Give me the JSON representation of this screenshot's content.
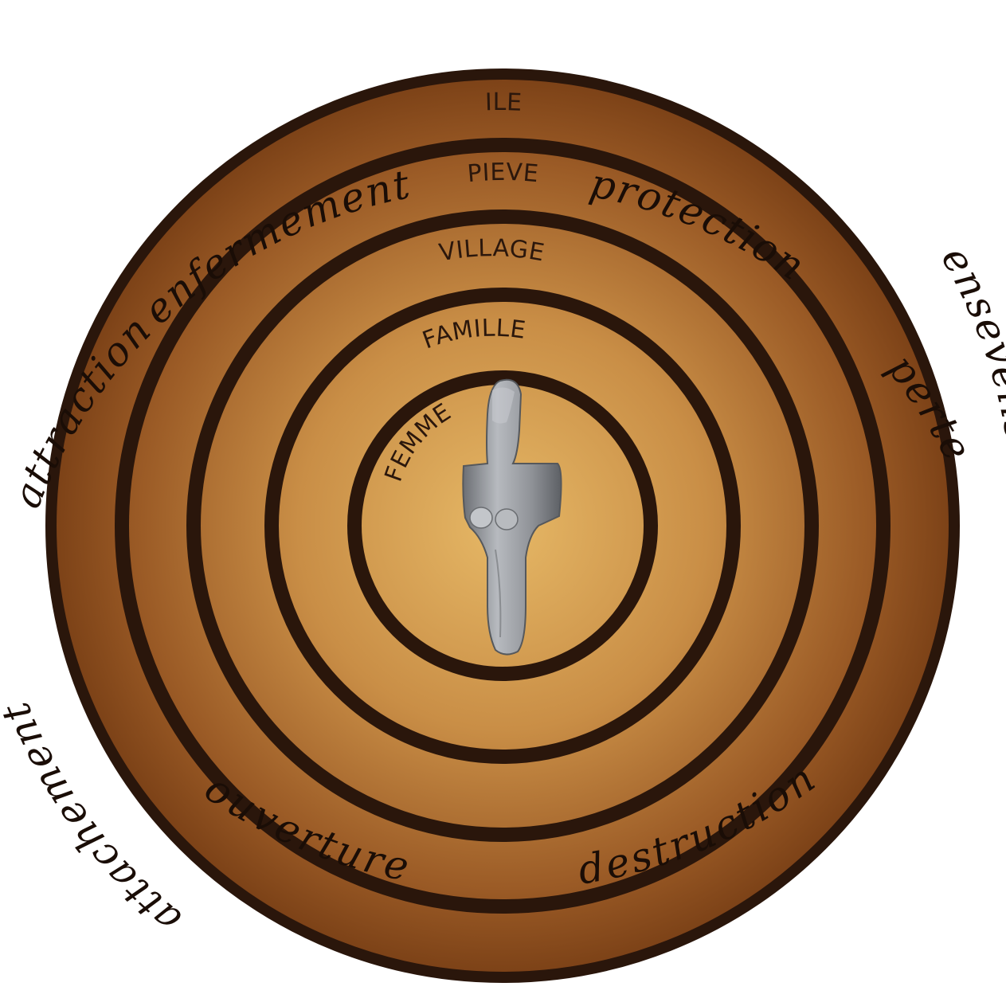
{
  "rings": [
    {
      "name": "ring-ile",
      "label": "ILE"
    },
    {
      "name": "ring-pieve",
      "label": "PIEVE"
    },
    {
      "name": "ring-village",
      "label": "VILLAGE"
    },
    {
      "name": "ring-famille",
      "label": "FAMILLE"
    },
    {
      "name": "ring-femme",
      "label": "FEMME"
    }
  ],
  "outer_words": {
    "enfermement": "enfermement",
    "protection": "protection",
    "perte": "perte",
    "ensevelissement": "ensevelissement",
    "destruction": "destruction",
    "ouverture": "ouverture",
    "attachement": "attachement",
    "attraction": "attraction"
  },
  "colors": {
    "ring_dark": "#2a160b",
    "disc_edge": "#7a4318",
    "disc_center": "#e3b463",
    "text": "#1a0d06",
    "figurine": "#8e9196"
  },
  "figurine": {
    "icon": "female-idol-figurine-icon"
  }
}
